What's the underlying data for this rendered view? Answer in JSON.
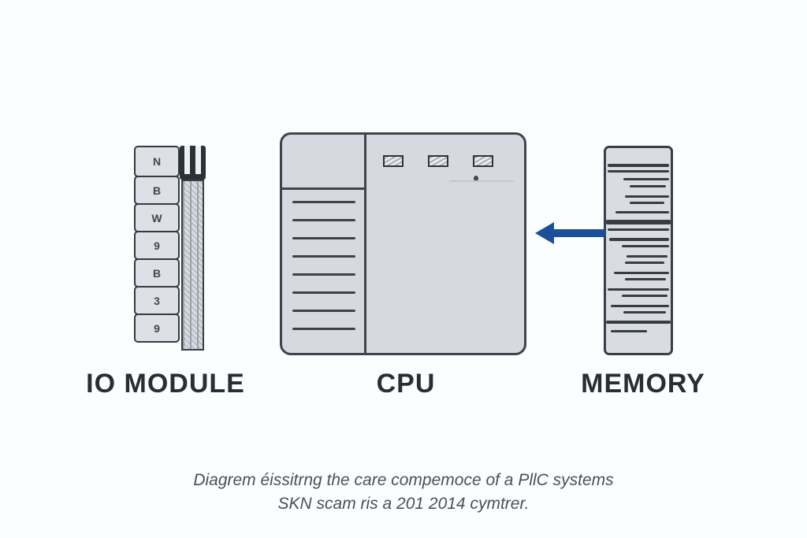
{
  "colors": {
    "background": "#fbfeff",
    "block_fill": "#d6dae0",
    "block_border": "#3f444b",
    "inner_line": "#383d44",
    "arrow": "#1b4f9a",
    "label_text": "#2b2d30",
    "caption_text": "#4b5056"
  },
  "labels": {
    "io_module": "IO MODULE",
    "cpu": "CPU",
    "memory": "MEMORY"
  },
  "io_module": {
    "cells": [
      "N",
      "B",
      "W",
      "9",
      "B",
      "3",
      "9"
    ]
  },
  "cpu": {
    "line_count": 8,
    "indicator_count": 3
  },
  "memory": {
    "rows": [
      {
        "mt": 20,
        "ml": 2,
        "mr": 2,
        "h": 4
      },
      {
        "mt": 4,
        "ml": 2,
        "mr": 2,
        "h": 3
      },
      {
        "mt": 7,
        "ml": 22,
        "mr": 2,
        "h": 3
      },
      {
        "mt": 6,
        "ml": 30,
        "mr": 6,
        "h": 3
      },
      {
        "mt": 10,
        "ml": 24,
        "mr": 2,
        "h": 3
      },
      {
        "mt": 5,
        "ml": 30,
        "mr": 8,
        "h": 3
      },
      {
        "mt": 9,
        "ml": 12,
        "mr": 2,
        "h": 3
      },
      {
        "mt": 8,
        "ml": 0,
        "mr": 0,
        "h": 6
      },
      {
        "mt": 5,
        "ml": 2,
        "mr": 2,
        "h": 3
      },
      {
        "mt": 9,
        "ml": 4,
        "mr": 2,
        "h": 4
      },
      {
        "mt": 5,
        "ml": 20,
        "mr": 2,
        "h": 3
      },
      {
        "mt": 10,
        "ml": 26,
        "mr": 4,
        "h": 3
      },
      {
        "mt": 5,
        "ml": 24,
        "mr": 8,
        "h": 3
      },
      {
        "mt": 10,
        "ml": 10,
        "mr": 2,
        "h": 3
      },
      {
        "mt": 5,
        "ml": 24,
        "mr": 6,
        "h": 3
      },
      {
        "mt": 10,
        "ml": 2,
        "mr": 2,
        "h": 3
      },
      {
        "mt": 5,
        "ml": 20,
        "mr": 4,
        "h": 3
      },
      {
        "mt": 10,
        "ml": 6,
        "mr": 2,
        "h": 3
      },
      {
        "mt": 5,
        "ml": 22,
        "mr": 6,
        "h": 3
      },
      {
        "mt": 9,
        "ml": 0,
        "mr": 0,
        "h": 4
      },
      {
        "mt": 8,
        "ml": 6,
        "mr": 30,
        "h": 3
      }
    ]
  },
  "arrow": {
    "from": "memory",
    "to": "cpu",
    "direction": "left",
    "color": "#1b4f9a"
  },
  "caption": {
    "line1": "Diagrem éissitrng the care compemoce of a PllC systems",
    "line2": "SKN scam ris a 201 2014 cymtrer."
  }
}
